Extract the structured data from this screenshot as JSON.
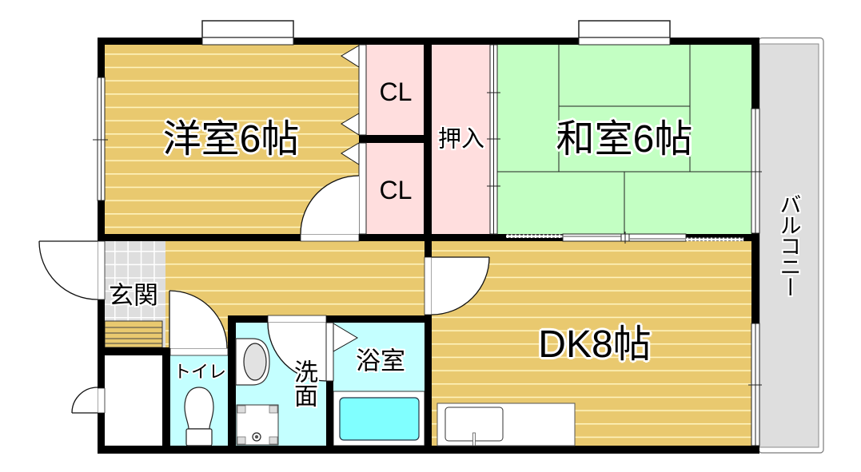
{
  "floor_plan": {
    "rooms": {
      "western_room": {
        "label": "洋室6帖",
        "type": "洋室",
        "size_jo": 6
      },
      "japanese_room": {
        "label": "和室6帖",
        "type": "和室",
        "size_jo": 6
      },
      "dining_kitchen": {
        "label": "DK8帖",
        "type": "DK",
        "size_jo": 8
      },
      "closet_upper": {
        "label": "CL"
      },
      "closet_lower": {
        "label": "CL"
      },
      "oshiire": {
        "label": "押入"
      },
      "entrance": {
        "label": "玄関"
      },
      "toilet": {
        "label": "トイレ"
      },
      "washroom": {
        "label": "洗面"
      },
      "bathroom": {
        "label": "浴室"
      },
      "balcony": {
        "label": "バルコニー"
      }
    },
    "colors": {
      "wall": "#000000",
      "wood_floor": "#e9c96f",
      "wood_grain": "#fff3bd",
      "closet_floor": "#ffdede",
      "tatami": "#c3ffc3",
      "wet_area": "#c4ffff",
      "bathtub": "#80ffff",
      "entrance_tile": "#dedede",
      "balcony_floor": "#dedede"
    }
  }
}
